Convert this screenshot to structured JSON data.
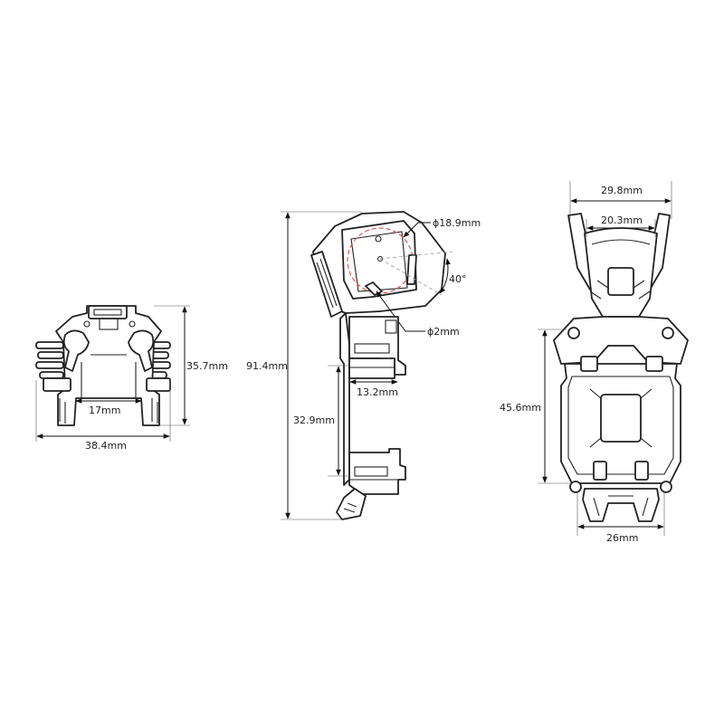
{
  "colors": {
    "background": "#ffffff",
    "line": "#222222",
    "accent_dashed": "#e05555",
    "construction": "#999999"
  },
  "views": {
    "front": {
      "height_label": "35.7mm",
      "width_label": "38.4mm",
      "inner_label": "17mm"
    },
    "side": {
      "total_height_label": "91.4mm",
      "lower_height_label": "32.9mm",
      "depth_label": "13.2mm",
      "disc_diameter_label": "ϕ18.9mm",
      "hole_diameter_label": "ϕ2mm",
      "angle_label": "40°"
    },
    "back": {
      "top_width_label": "29.8mm",
      "inner_width_label": "20.3mm",
      "height_label": "45.6mm",
      "bottom_width_label": "26mm"
    }
  }
}
